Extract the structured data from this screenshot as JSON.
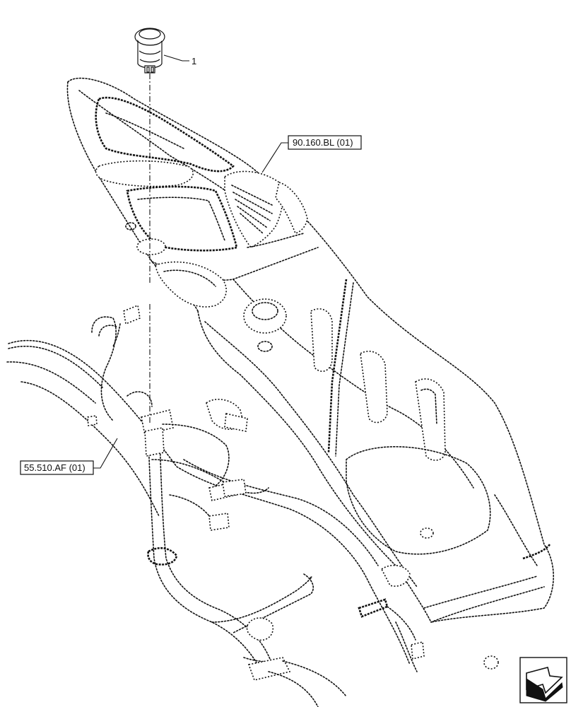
{
  "callout": {
    "number": "1"
  },
  "references": {
    "dashboard": "90.160.BL (01)",
    "harness": "55.510.AF (01)"
  },
  "nav_icon": "next-page-arrow-icon"
}
